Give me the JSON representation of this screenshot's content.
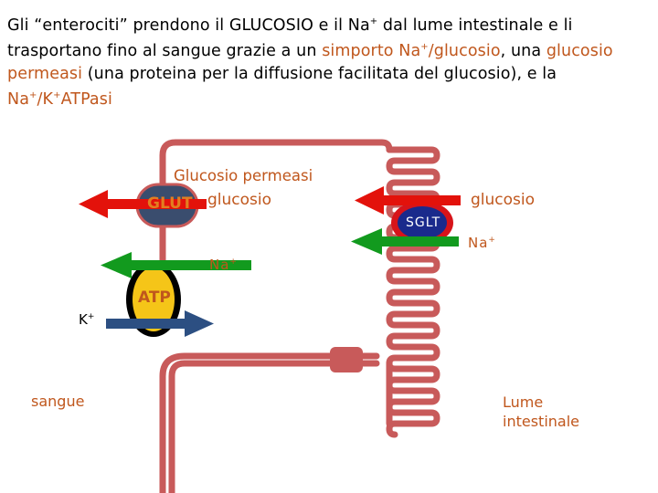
{
  "title": {
    "part1": "Gli “enterociti” prendono il GLUCOSIO e il Na",
    "sup1": "+",
    "part2": " dal lume intestinale e li trasportano fino al sangue grazie a un ",
    "hl1": "simporto Na",
    "hl1_sup": "+",
    "hl1_rest": "/glucosio",
    "part3": ", una ",
    "hl2": "glucosio permeasi",
    "part4": " (una proteina per la diffusione facilitata del glucosio), e la ",
    "hl3": "Na",
    "hl3_sup1": "+",
    "hl3_mid": "/K",
    "hl3_sup2": "+",
    "hl3_rest": "ATPasi"
  },
  "labels": {
    "permease": "Glucosio permeasi",
    "glut": "GLUT",
    "glucose_left": "glucosio",
    "glucose_right": "glucosio",
    "sglt": "SGLT",
    "na_right": "Na",
    "na_right_sup": "+",
    "na_left": "Na",
    "na_left_sup": "+",
    "atp": "ATP",
    "k": "K",
    "k_sup": "+",
    "blood": "sangue",
    "lumen": "Lume intestinale"
  },
  "colors": {
    "membrane": "#c85a5a",
    "glucose_arrow": "#e3120b",
    "sodium_arrow": "#129a1e",
    "potassium_arrow": "#2c4f82",
    "glut": "#3a4d6e",
    "atp_fill": "#f5c518",
    "sglt_fill": "#1a2a8c",
    "sglt_ring": "#d7141a",
    "accent_text": "#c0571d"
  },
  "icons": [
    "cell-membrane",
    "microvilli",
    "tight-junction",
    "glut-transporter",
    "sglt-symporter",
    "na-k-atpase-pump"
  ]
}
